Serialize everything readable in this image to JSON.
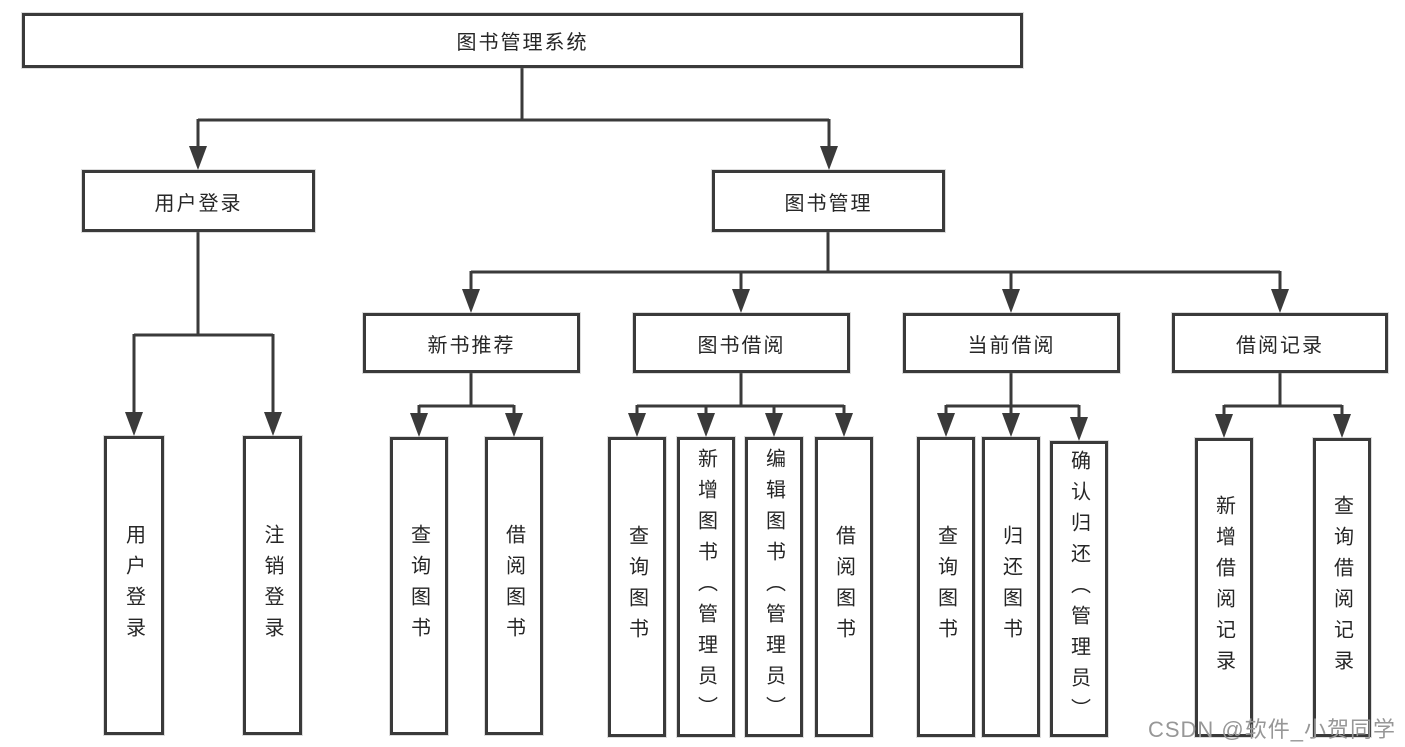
{
  "diagram_title": "图书管理系统",
  "watermark": "CSDN @软件_小贺同学",
  "colors": {
    "line": "#3a3a3a",
    "box_border": "#3a3a3a",
    "box_background": "#ffffff",
    "text": "#262626",
    "watermark": "#979797",
    "background": "#ffffff"
  },
  "tree": {
    "root": "图书管理系统",
    "branches": [
      {
        "label": "用户登录",
        "leaves": [
          "用户登录",
          "注销登录"
        ]
      },
      {
        "label": "图书管理",
        "groups": [
          {
            "label": "新书推荐",
            "leaves": [
              "查询图书",
              "借阅图书"
            ]
          },
          {
            "label": "图书借阅",
            "leaves": [
              "查询图书",
              "新增图书（管理员）",
              "编辑图书（管理员）",
              "借阅图书"
            ]
          },
          {
            "label": "当前借阅",
            "leaves": [
              "查询图书",
              "归还图书",
              "确认归还（管理员）"
            ]
          },
          {
            "label": "借阅记录",
            "leaves": [
              "新增借阅记录",
              "查询借阅记录"
            ]
          }
        ]
      }
    ]
  }
}
